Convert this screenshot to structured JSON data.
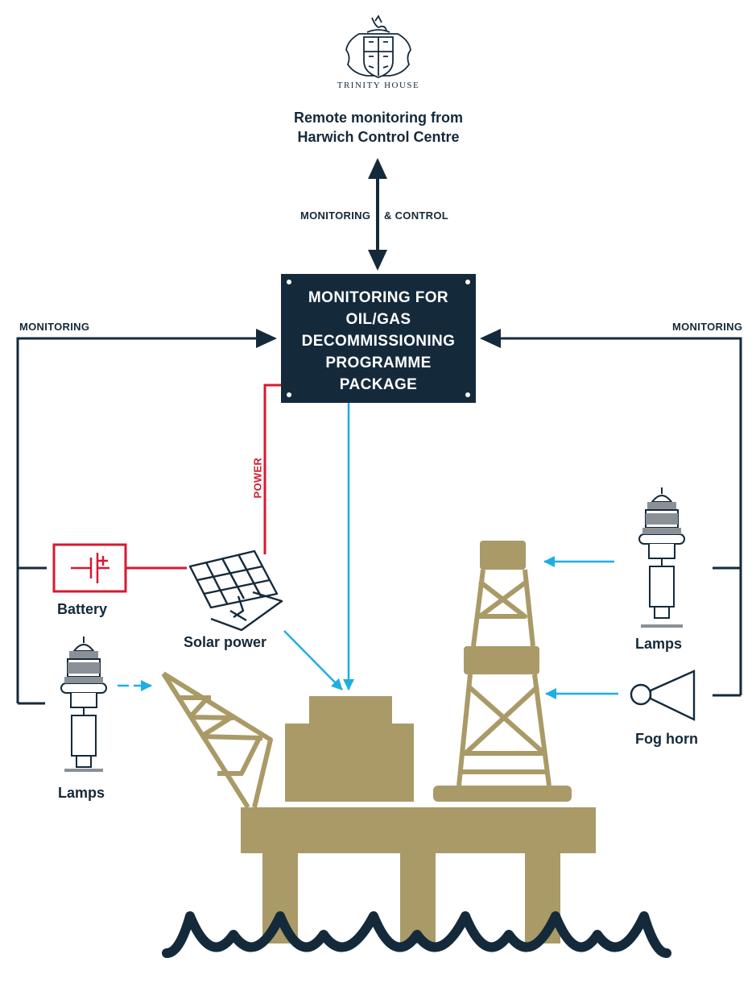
{
  "header": {
    "logo_text": "TRINITY HOUSE",
    "title_lines": [
      "Remote monitoring from",
      "Harwich Control Centre"
    ]
  },
  "arrows": {
    "top_left_label": "MONITORING",
    "top_right_label": "& CONTROL",
    "left_label": "MONITORING",
    "right_label": "MONITORING",
    "power_label": "POWER"
  },
  "panel": {
    "lines": [
      "MONITORING FOR",
      "OIL/GAS",
      "DECOMMISSIONING",
      "PROGRAMME",
      "PACKAGE"
    ]
  },
  "components": {
    "battery": "Battery",
    "solar": "Solar power",
    "lamps_left": "Lamps",
    "lamps_right": "Lamps",
    "fog_horn": "Fog horn"
  },
  "colors": {
    "navy": "#142a3b",
    "gold": "#a99a67",
    "red": "#d71932",
    "blue": "#1eaee3",
    "grey": "#8a9096"
  }
}
